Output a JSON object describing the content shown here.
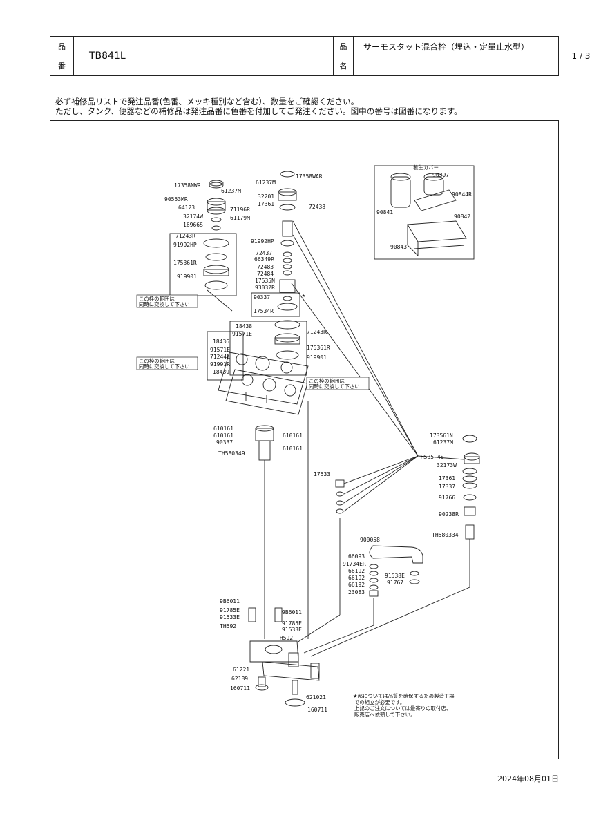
{
  "header": {
    "product_code_label": [
      "品",
      "番"
    ],
    "product_code": "TB841L",
    "product_name_label": [
      "品",
      "名"
    ],
    "product_name": "サーモスタット混合栓（埋込・定量止水型）",
    "page": "1 / 3"
  },
  "notes": [
    "必ず補修品リストで発注品番(色番、メッキ種別など含む）、数量をご確認ください。",
    "ただし、タンク、便器などの補修品は発注品番に色番を付加してご発注ください。図中の番号は図番になります。"
  ],
  "inset": {
    "title": "養生カバー",
    "parts": [
      "90397",
      "90844R",
      "90841",
      "90842",
      "90843"
    ]
  },
  "left_cartridge": [
    "17358NWR",
    "61237M",
    "90553MR",
    "64123",
    "32174W",
    "71196R",
    "61179M",
    "16966S",
    "71243R",
    "91992HP",
    "175361R",
    "919901"
  ],
  "center_cartridge": [
    "61237M",
    "17358WAR",
    "32201",
    "17361",
    "72438",
    "91992HP",
    "72437",
    "66349R",
    "72483",
    "72484",
    "17535N",
    "93032R",
    "90337",
    "17534R",
    "71243R",
    "175361R",
    "919901"
  ],
  "plate_parts": [
    "18438",
    "91571E",
    "18436",
    "91571E",
    "71244L",
    "91991R",
    "18439"
  ],
  "valve_parts": [
    "610161",
    "610161",
    "90337",
    "TH580349",
    "610161",
    "610161"
  ],
  "right_handle": [
    "173561N",
    "61237M",
    "TH535-4S",
    "32173W",
    "17361",
    "17337",
    "91766",
    "90238R",
    "TH580334"
  ],
  "center_small": [
    "17533"
  ],
  "spout_parts": [
    "900058",
    "66093",
    "91734ER",
    "66192",
    "66192",
    "66192",
    "23083",
    "91538E",
    "91767"
  ],
  "body_left": [
    "9B6011",
    "91785E",
    "91533E",
    "TH592",
    "61221",
    "62189",
    "160711"
  ],
  "body_right": [
    "9B6011",
    "91785E",
    "91533E",
    "TH592",
    "621021",
    "160711"
  ],
  "range_notes": [
    [
      "この枠の範囲は",
      "同時に交換して下さい"
    ],
    [
      "この枠の範囲は",
      "同時に交換して下さい"
    ],
    [
      "この枠の範囲は",
      "同時に交換して下さい"
    ]
  ],
  "star_note": [
    "★部については品質を確保するため製造工場",
    "での組立が必要です。",
    "上記のご注文については最寄りの取付店、",
    "販売店へ依頼して下さい。"
  ],
  "date": "2024年08月01日"
}
